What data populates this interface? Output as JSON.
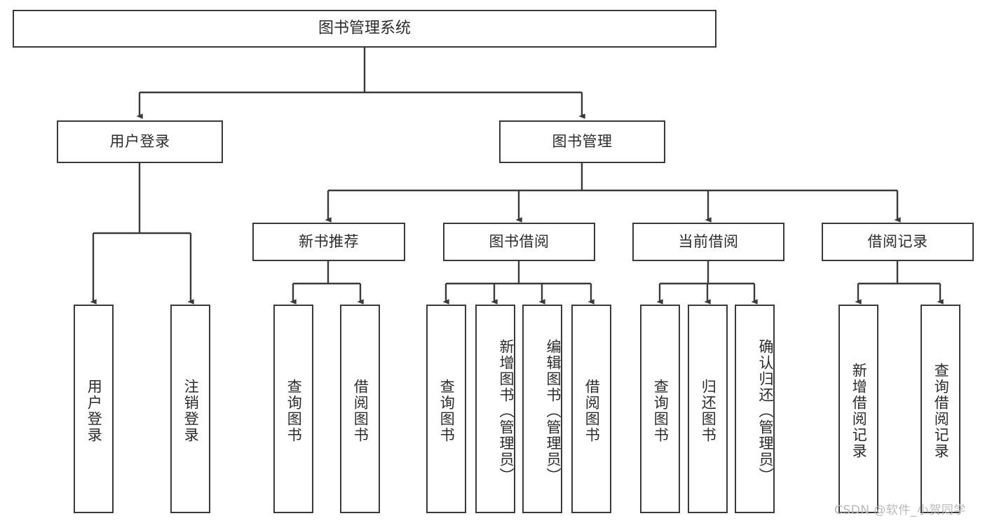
{
  "diagram": {
    "title": "图书管理系统",
    "watermark": "CSDN @软件_小贺同学",
    "stroke_color": "#3a3a3a",
    "fill_color": "#ffffff",
    "text_color": "#2b2b2b",
    "watermark_color": "#b9b9b9",
    "root": {
      "label": "图书管理系统"
    },
    "level2": [
      {
        "label": "用户登录"
      },
      {
        "label": "图书管理"
      }
    ],
    "level3": [
      {
        "label": "新书推荐"
      },
      {
        "label": "图书借阅"
      },
      {
        "label": "当前借阅"
      },
      {
        "label": "借阅记录"
      }
    ],
    "leaves": {
      "user_login": [
        {
          "label": "用户登录"
        },
        {
          "label": "注销登录"
        }
      ],
      "new_book": [
        {
          "label": "查询图书"
        },
        {
          "label": "借阅图书"
        }
      ],
      "book_borrow": [
        {
          "label": "查询图书"
        },
        {
          "label": "新增图书（管理员）"
        },
        {
          "label": "编辑图书（管理员）"
        },
        {
          "label": "借阅图书"
        }
      ],
      "current_borrow": [
        {
          "label": "查询图书"
        },
        {
          "label": "归还图书"
        },
        {
          "label": "确认归还（管理员）"
        }
      ],
      "borrow_record": [
        {
          "label": "新增借阅记录"
        },
        {
          "label": "查询借阅记录"
        }
      ]
    }
  }
}
